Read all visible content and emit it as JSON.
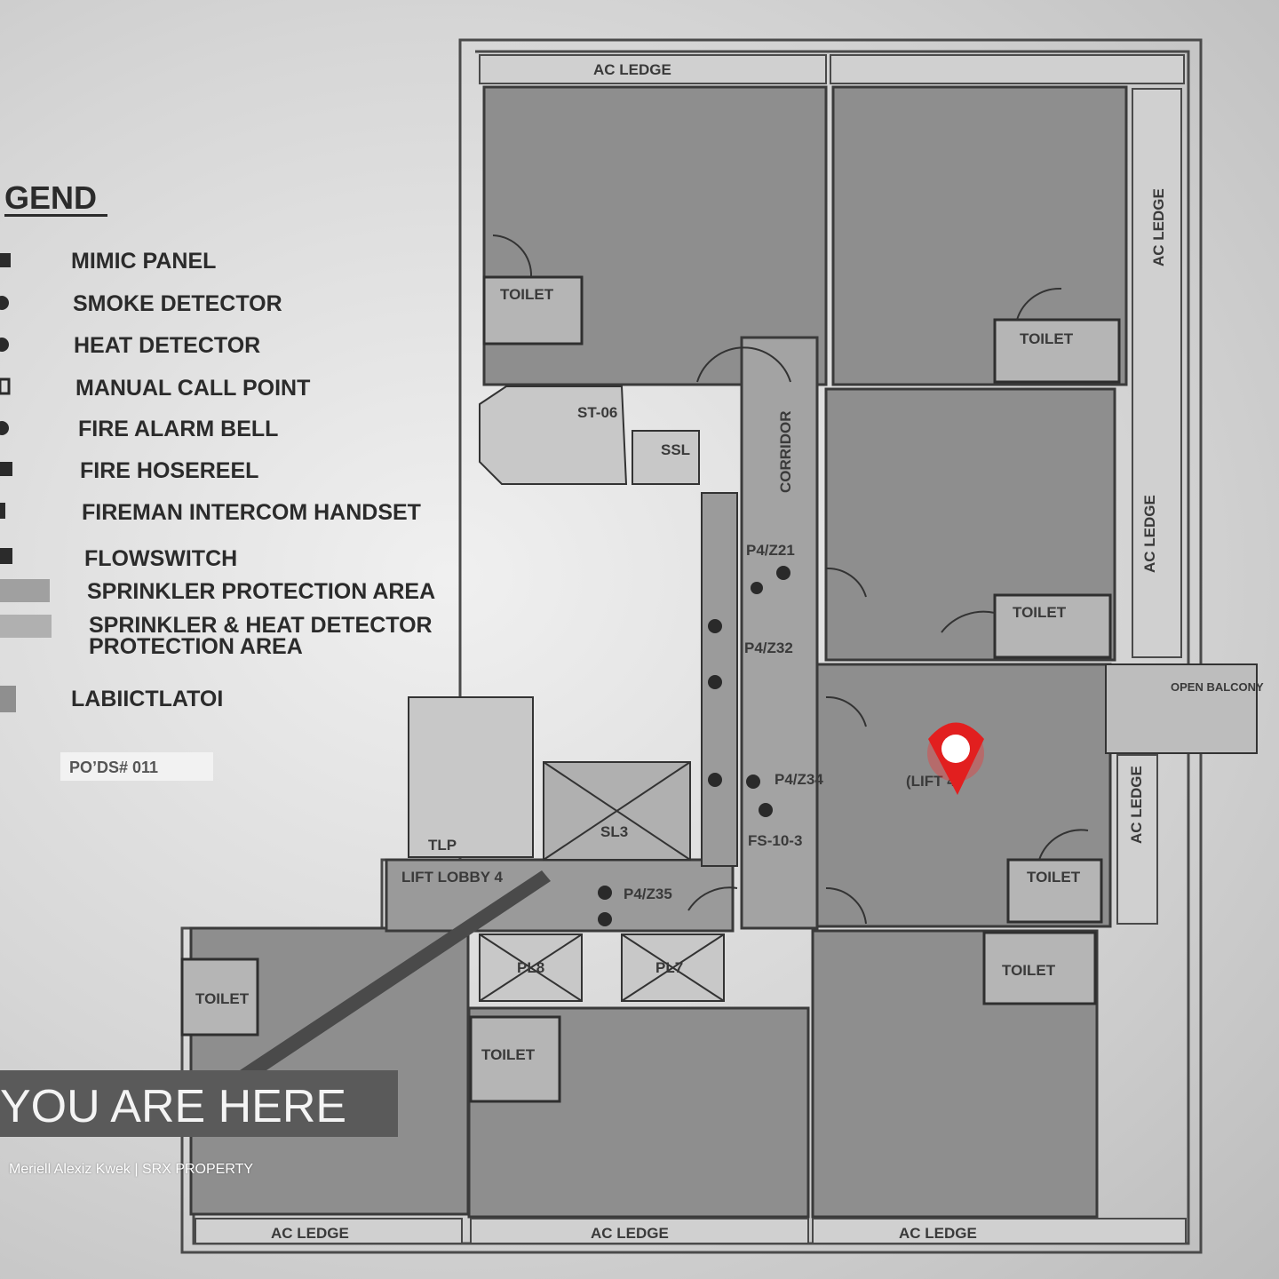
{
  "legend": {
    "title": "GEND",
    "items": [
      {
        "label": "MIMIC PANEL"
      },
      {
        "label": "SMOKE DETECTOR"
      },
      {
        "label": "HEAT DETECTOR"
      },
      {
        "label": "MANUAL CALL POINT"
      },
      {
        "label": "FIRE ALARM BELL"
      },
      {
        "label": "FIRE HOSEREEL"
      },
      {
        "label": "FIREMAN INTERCOM HANDSET"
      },
      {
        "label": "FLOWSWITCH"
      },
      {
        "label": "SPRINKLER PROTECTION AREA"
      },
      {
        "label": "SPRINKLER & HEAT DETECTOR"
      },
      {
        "label": "PROTECTION AREA"
      },
      {
        "label": "LABIICTLATOI"
      }
    ],
    "stamp": "POʼDS# 011"
  },
  "plan": {
    "labels": {
      "ac_ledge": "AC  LEDGE",
      "toilet": "TOILET",
      "st06": "ST-06",
      "ssl": "SSL",
      "corridor": "CORRIDOR",
      "p4z21": "P4/Z21",
      "p4z32": "P4/Z32",
      "p4z34": "P4/Z34",
      "p4z35": "P4/Z35",
      "fs103": "FS-10-3",
      "sl3": "SL3",
      "tlp": "TLP",
      "lift_lobby": "LIFT LOBBY 4",
      "pl8": "PL8",
      "pl7": "PL7",
      "open_balcony": "OPEN BALCONY",
      "lift_tag": "(LIFT 4)"
    }
  },
  "you_are_here": "YOU ARE HERE",
  "credit": "Meriell Alexiz Kwek | SRX PROPERTY",
  "colors": {
    "room": "#8d8d8d",
    "wall": "#3a3a3a",
    "marker": "#ff2a2a"
  }
}
